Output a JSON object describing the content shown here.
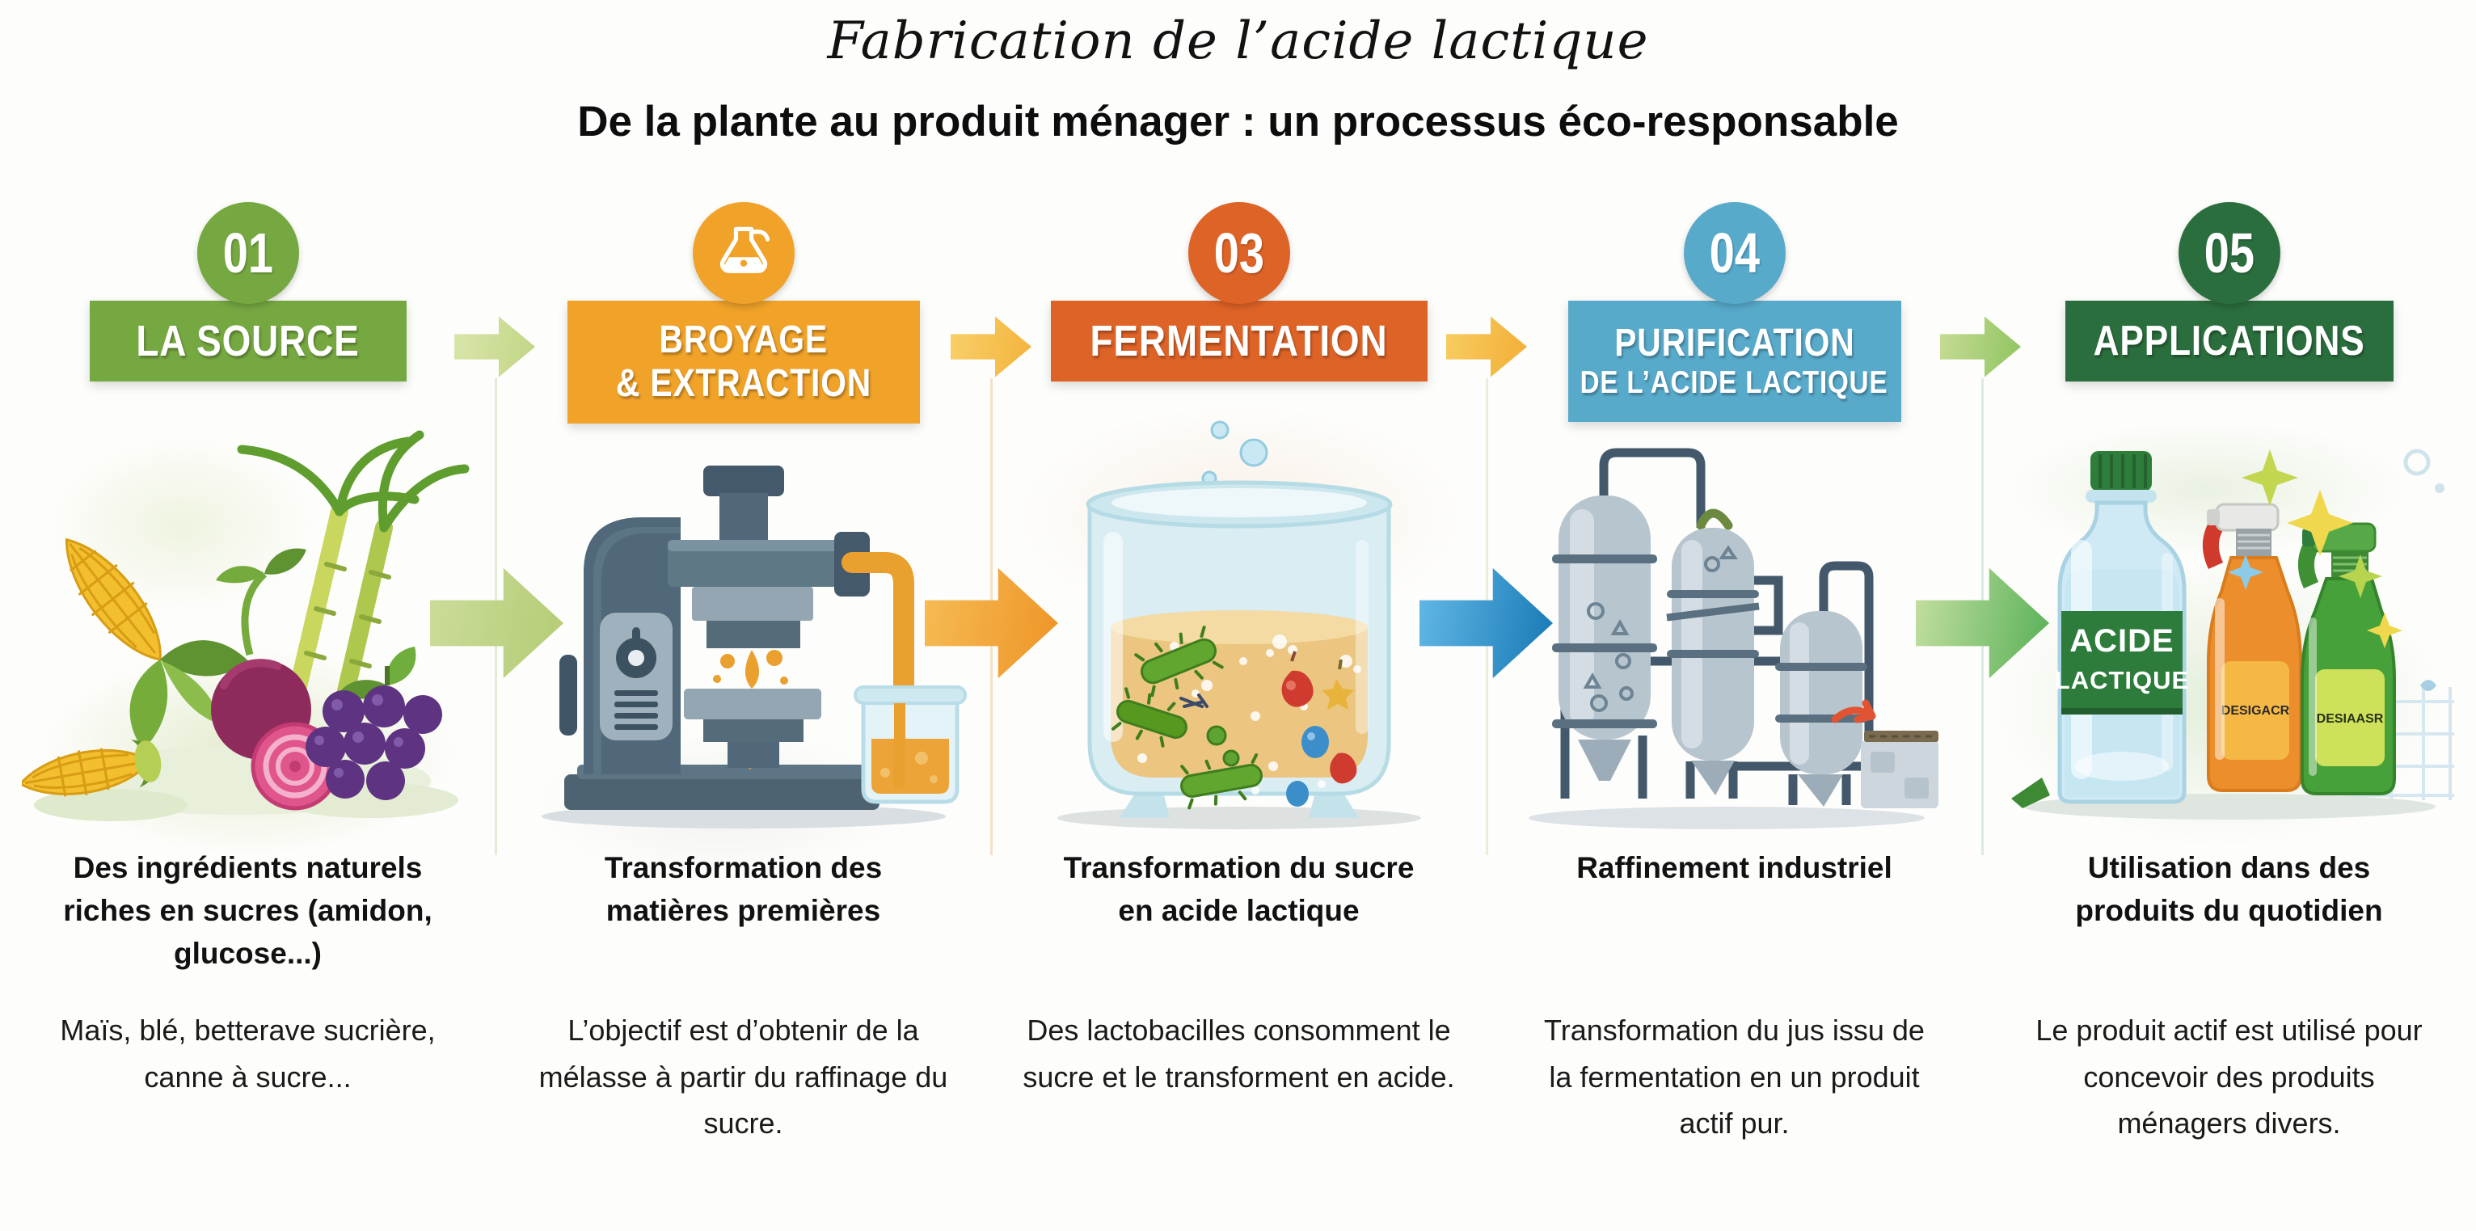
{
  "title": "Fabrication de l’acide lactique",
  "subtitle": "De la plante au produit ménager : un processus éco-responsable",
  "steps": [
    {
      "number": "01",
      "color": "#76A841",
      "label_lines": [
        "LA SOURCE"
      ],
      "heading": "Des ingrédients naturels riches en sucres (amidon, glucose...)",
      "body": "Maïs, blé, betterave sucrière, canne à sucre...",
      "illustration": "raw-plants"
    },
    {
      "number": "",
      "icon": "flask-icon",
      "color": "#F0A229",
      "label_lines": [
        "BROYAGE",
        "& EXTRACTION"
      ],
      "heading": "Transformation des matières premières",
      "body": "L’objectif est d’obtenir de la mélasse à partir du raffinage du sucre.",
      "illustration": "press-machine"
    },
    {
      "number": "03",
      "color": "#DE6327",
      "label_lines": [
        "FERMENTATION"
      ],
      "heading": "Transformation du sucre en acide lactique",
      "body": "Des lactobacilles consomment le sucre  et le transforment en acide.",
      "illustration": "fermentation-beaker"
    },
    {
      "number": "04",
      "color": "#58AACB",
      "label_lines": [
        "PURIFICATION",
        "DE L’ACIDE LACTIQUE"
      ],
      "heading": "Raffinement industriel",
      "body": "Transformation du jus issu de la fermentation en un produit actif pur.",
      "illustration": "purification-columns"
    },
    {
      "number": "05",
      "color": "#2B6E3E",
      "label_lines": [
        "APPLICATIONS"
      ],
      "heading": "Utilisation dans des produits du quotidien",
      "body": "Le produit actif est utilisé pour concevoir des produits ménagers divers.",
      "illustration": "household-products"
    }
  ],
  "arrows": {
    "header": [
      {
        "from": "#D9E6AC",
        "to": "#C2D584"
      },
      {
        "from": "#F9D06B",
        "to": "#F3B33A"
      },
      {
        "from": "#F8CD62",
        "to": "#F2AE35"
      },
      {
        "from": "#C7DC96",
        "to": "#8FC45F"
      }
    ],
    "flow": [
      {
        "from": "#CCDC9B",
        "to": "#B3CC74"
      },
      {
        "from": "#F6BC55",
        "to": "#EE9426"
      },
      {
        "from": "#63B9E6",
        "to": "#1778B5"
      },
      {
        "from": "#C5E0A2",
        "to": "#57B057"
      }
    ]
  },
  "product_labels": {
    "bottle_line1": "ACIDE",
    "bottle_line2": "LACTIQUE",
    "spray_orange": "DESIGACR",
    "spray_green": "DESIAASR"
  }
}
